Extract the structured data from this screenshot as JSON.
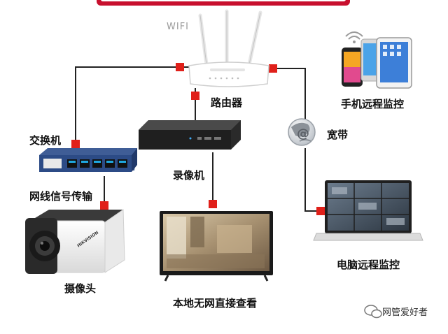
{
  "labels": {
    "wifi": "WIFI",
    "router": "路由器",
    "mobile": "手机远程监控",
    "switch": "交换机",
    "broadband": "宽带",
    "nvr": "录像机",
    "cable": "网线信号传输",
    "camera": "摄像头",
    "computer": "电脑远程监控",
    "tv": "本地无网直接查看",
    "watermark": "网管爱好者",
    "camera_brand": "HIKVISION"
  },
  "colors": {
    "banner": "#c8102e",
    "line": "#222222",
    "marker": "#e0201a"
  }
}
